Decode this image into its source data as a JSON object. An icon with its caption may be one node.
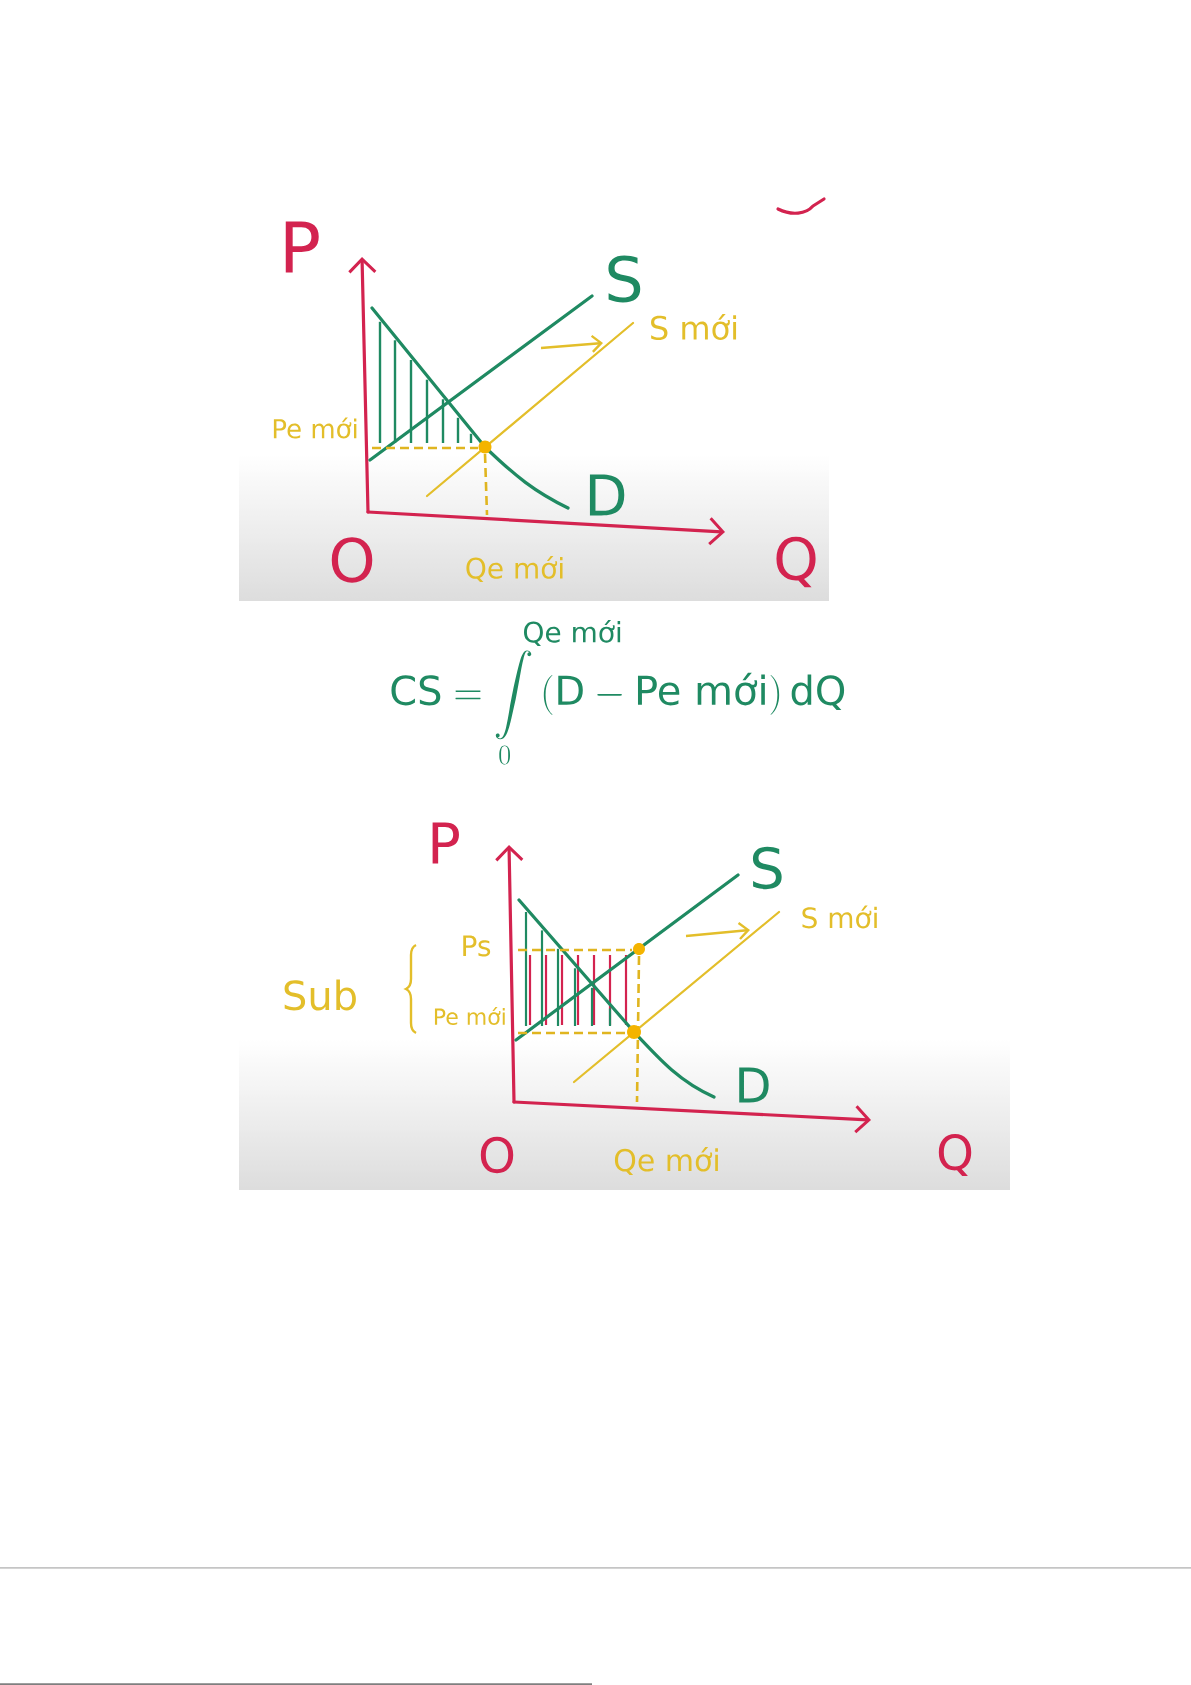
{
  "diagram": {
    "labels": [
      "P",
      "S",
      "S mới",
      "Pe mới",
      "D",
      "O",
      "Qe mới",
      "Q",
      "\\mathrm{CS} = \\int\\limits_{0}^{\\mathrlap{\\text{Qe mới}}} \\left(\\mathrm{D} - \\text{Pe mới}\\right) \\mathrm{dQ}",
      "P",
      "S",
      "S mới",
      "Ps",
      "Sub",
      "Pe mới",
      "D",
      "O",
      "Qe mới",
      "Q"
    ]
  }
}
